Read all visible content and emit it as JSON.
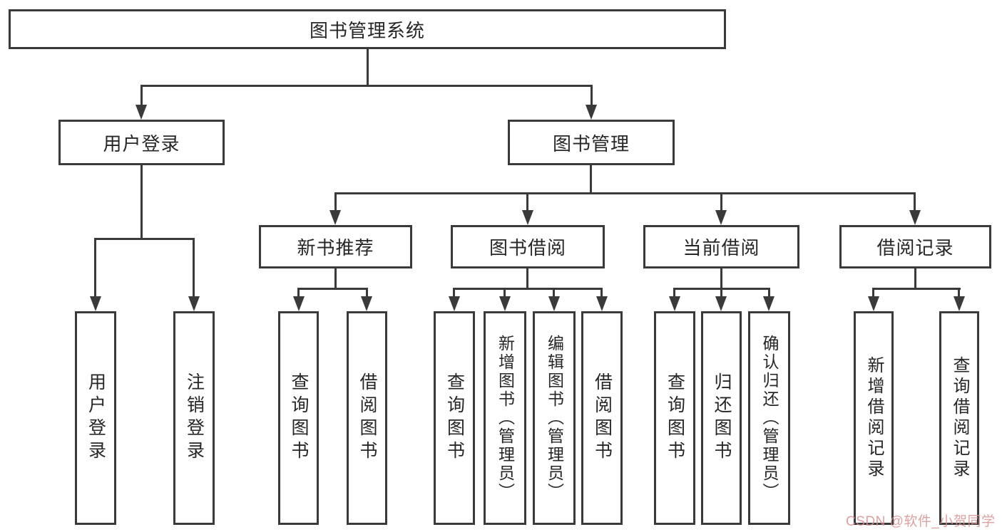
{
  "diagram": {
    "type": "tree",
    "root": "图书管理系统",
    "branches": [
      {
        "label": "用户登录",
        "leaves": [
          "用户登录",
          "注销登录"
        ]
      },
      {
        "label": "图书管理",
        "groups": [
          {
            "label": "新书推荐",
            "leaves": [
              "查询图书",
              "借阅图书"
            ]
          },
          {
            "label": "图书借阅",
            "leaves": [
              "查询图书",
              "新增图书（管理员）",
              "编辑图书（管理员）",
              "借阅图书"
            ]
          },
          {
            "label": "当前借阅",
            "leaves": [
              "查询图书",
              "归还图书",
              "确认归还（管理员）"
            ]
          },
          {
            "label": "借阅记录",
            "leaves": [
              "新增借阅记录",
              "查询借阅记录"
            ]
          }
        ]
      }
    ]
  },
  "watermark": {
    "text": "CSDN @软件_小贺同学"
  },
  "colors": {
    "line": "#3a3a3a",
    "box_background": "#ffffff",
    "text": "#262626",
    "watermark": "#d89090"
  }
}
